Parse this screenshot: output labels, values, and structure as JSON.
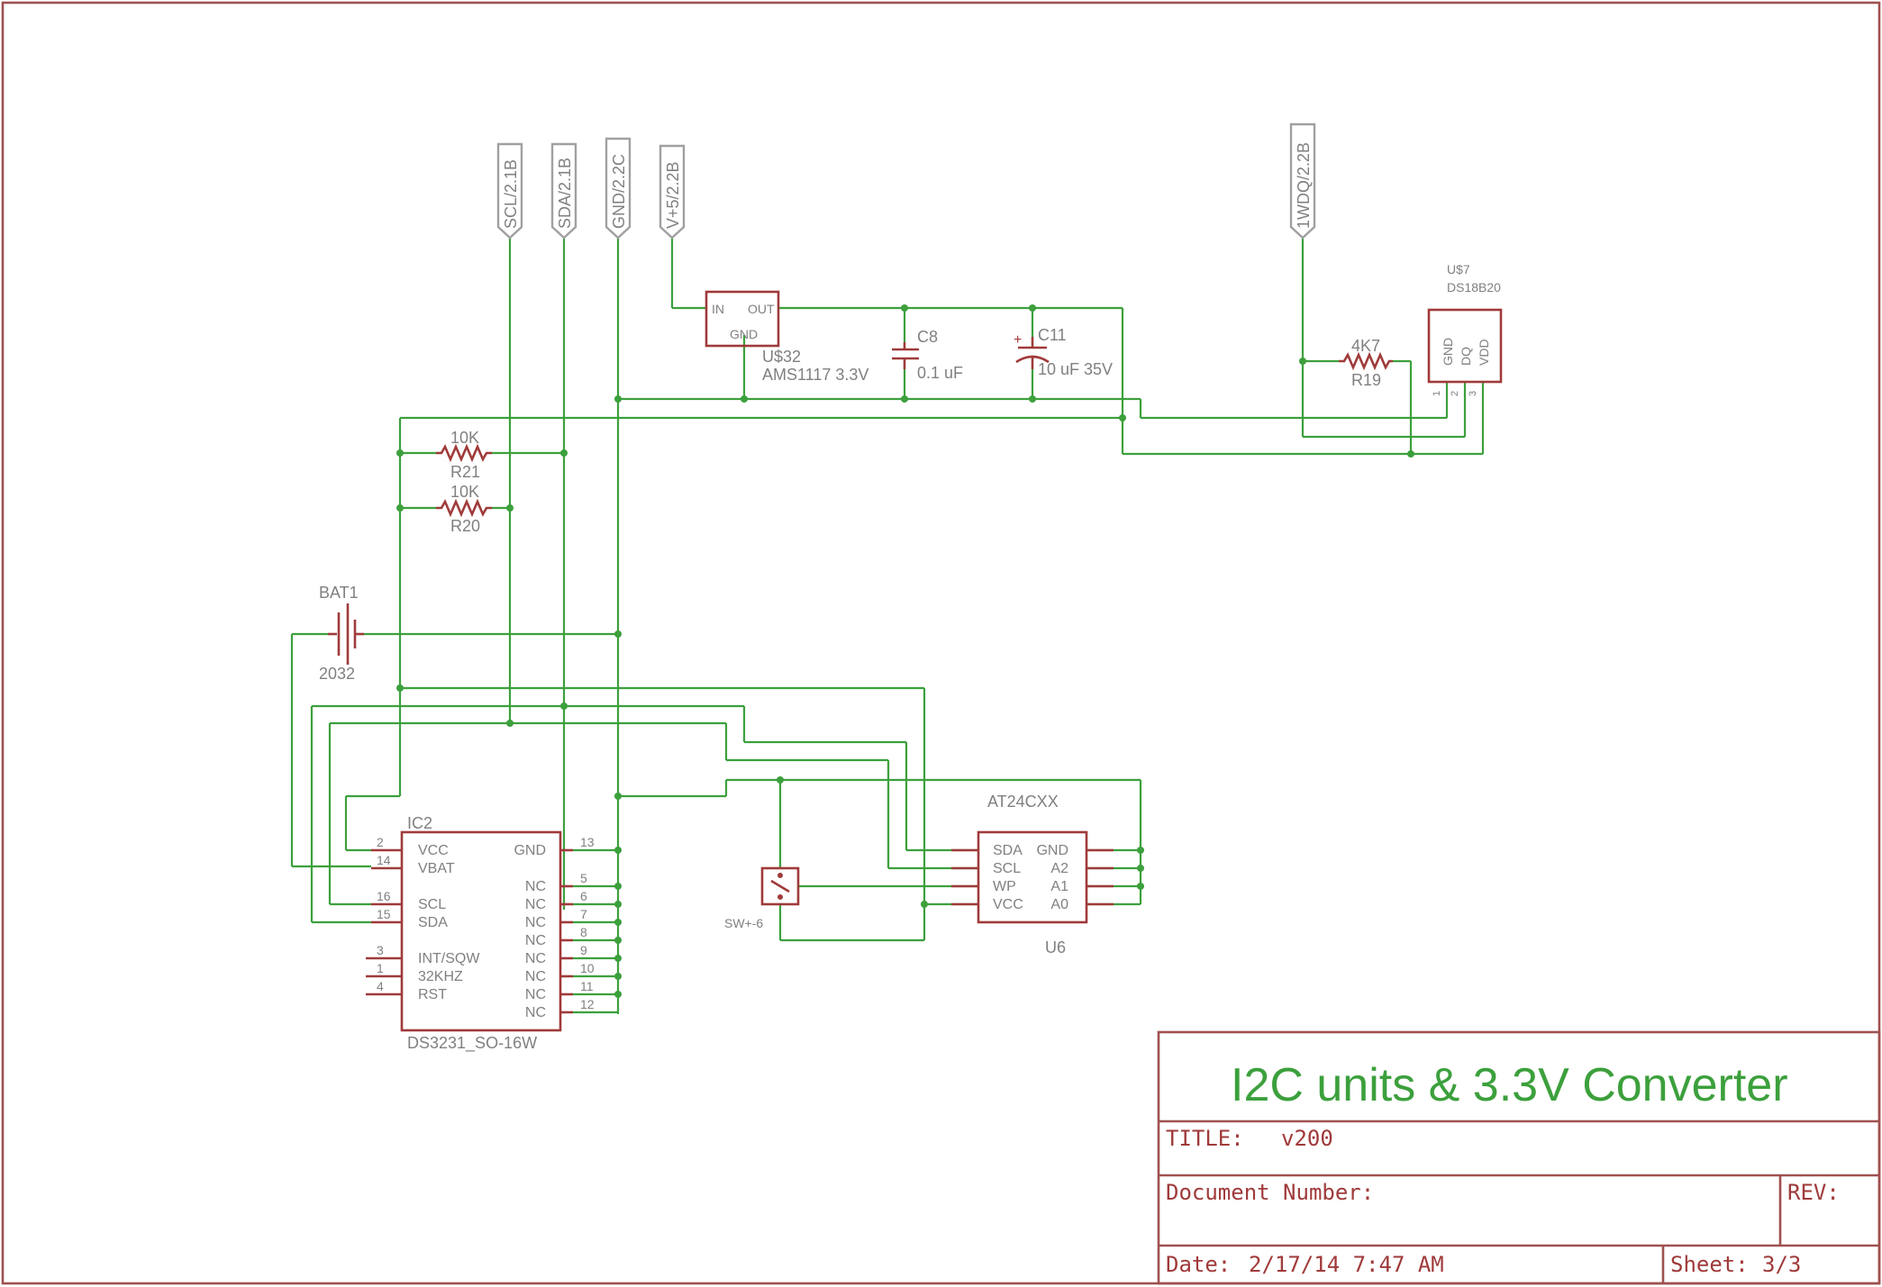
{
  "ports": [
    {
      "id": "scl",
      "label": "SCL/2.1B"
    },
    {
      "id": "sda",
      "label": "SDA/2.1B"
    },
    {
      "id": "gnd",
      "label": "GND/2.2C"
    },
    {
      "id": "v5",
      "label": "V+5/2.2B"
    },
    {
      "id": "onewire",
      "label": "1WDQ/2.2B"
    }
  ],
  "regulator": {
    "ref": "U$32",
    "value": "AMS1117 3.3V",
    "pins": {
      "in": "IN",
      "out": "OUT",
      "gnd": "GND"
    }
  },
  "c8": {
    "ref": "C8",
    "value": "0.1 uF"
  },
  "c11": {
    "ref": "C11",
    "value": "10 uF 35V",
    "polarity": "+"
  },
  "r21": {
    "ref": "R21",
    "value": "10K"
  },
  "r20": {
    "ref": "R20",
    "value": "10K"
  },
  "r19": {
    "ref": "R19",
    "value": "4K7"
  },
  "bat1": {
    "ref": "BAT1",
    "value": "2032"
  },
  "sensor": {
    "ref": "U$7",
    "value": "DS18B20",
    "pins": [
      "GND",
      "DQ",
      "VDD"
    ],
    "pin_numbers": [
      "1",
      "2",
      "3"
    ]
  },
  "rtc": {
    "ref": "IC2",
    "value": "DS3231_SO-16W",
    "left_pins": [
      {
        "num": "2",
        "name": "VCC"
      },
      {
        "num": "14",
        "name": "VBAT"
      },
      {
        "num": "16",
        "name": "SCL"
      },
      {
        "num": "15",
        "name": "SDA"
      },
      {
        "num": "3",
        "name": "INT/SQW"
      },
      {
        "num": "1",
        "name": "32KHZ"
      },
      {
        "num": "4",
        "name": "RST"
      }
    ],
    "right_pins": [
      {
        "num": "13",
        "name": "GND"
      },
      {
        "num": "5",
        "name": "NC"
      },
      {
        "num": "6",
        "name": "NC"
      },
      {
        "num": "7",
        "name": "NC"
      },
      {
        "num": "8",
        "name": "NC"
      },
      {
        "num": "9",
        "name": "NC"
      },
      {
        "num": "10",
        "name": "NC"
      },
      {
        "num": "11",
        "name": "NC"
      },
      {
        "num": "12",
        "name": "NC"
      }
    ]
  },
  "eeprom": {
    "ref": "U6",
    "value": "AT24CXX",
    "left_pins": [
      "SDA",
      "SCL",
      "WP",
      "VCC"
    ],
    "right_pins": [
      "GND",
      "A2",
      "A1",
      "A0"
    ]
  },
  "switch": {
    "ref": "SW+-6"
  },
  "title_block": {
    "heading": "I2C units & 3.3V Converter",
    "title_label": "TITLE:",
    "title_value": "v200",
    "doc_label": "Document Number:",
    "rev_label": "REV:",
    "date_label": "Date:",
    "date_value": "2/17/14 7:47 AM",
    "sheet_label": "Sheet:",
    "sheet_value": "3/3"
  },
  "colors": {
    "wire": "#3ca03c",
    "symbol": "#a03a3a",
    "label": "#808080",
    "frame": "#a05050"
  }
}
